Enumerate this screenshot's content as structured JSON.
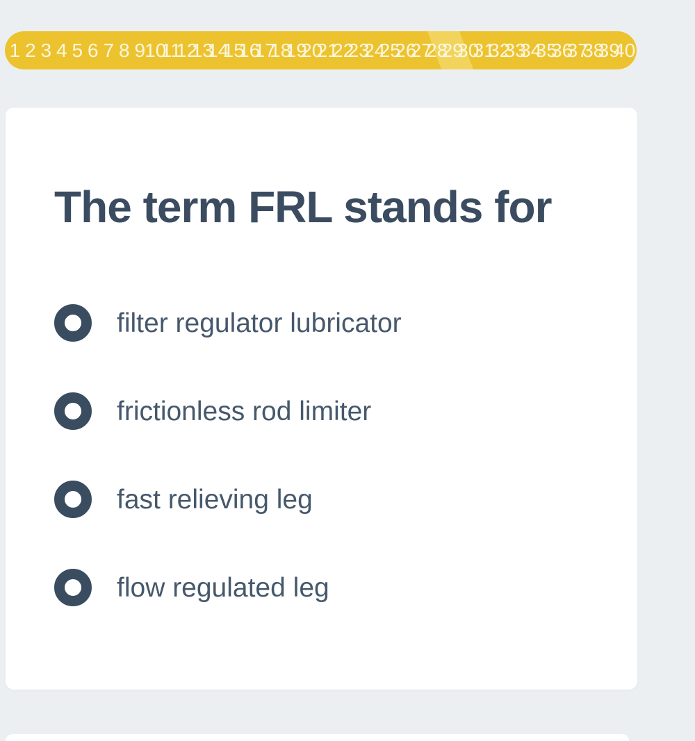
{
  "theme": {
    "background": "#ECEFF1",
    "pill_color": "#ECC32E",
    "pill_highlight_color": "#F2D45C",
    "number_color": "#FCF6DF",
    "title_color": "#3B4C61",
    "option_text_color": "#46586C",
    "radio_ring_color": "#3A4C60"
  },
  "question_nav": {
    "numbers": [
      "1",
      "2",
      "3",
      "4",
      "5",
      "6",
      "7",
      "8",
      "9",
      "10",
      "11",
      "12",
      "13",
      "14",
      "15",
      "16",
      "17",
      "18",
      "19",
      "20",
      "21",
      "22",
      "23",
      "24",
      "25",
      "26",
      "27",
      "28",
      "29",
      "30",
      "31",
      "32",
      "33",
      "34",
      "35",
      "36",
      "37",
      "38",
      "39",
      "40"
    ]
  },
  "question": {
    "title": "The term FRL stands for",
    "options": [
      {
        "label": "filter regulator lubricator",
        "selected": false
      },
      {
        "label": "frictionless rod limiter",
        "selected": false
      },
      {
        "label": "fast relieving leg",
        "selected": false
      },
      {
        "label": "flow regulated leg",
        "selected": false
      }
    ]
  }
}
